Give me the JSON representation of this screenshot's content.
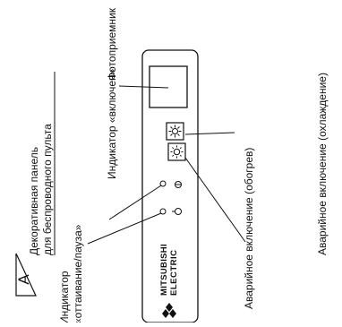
{
  "section": {
    "triangle_letter": "A",
    "title_line1": "Декоративная панель",
    "title_line2": "для беспроводного пульта"
  },
  "callouts": {
    "defrost_line1": "Индикатор",
    "defrost_line2": "«оттаивание/пауза»",
    "power_indicator": "Индикатор «включен»",
    "photo_receiver": "Фотоприемник",
    "emergency_heat": "Аварийное включение (обогрев)",
    "emergency_cool": "Аварийное включение (охлаждение)"
  },
  "brand": {
    "line1": "MITSUBISHI",
    "line2": "ELECTRIC"
  }
}
